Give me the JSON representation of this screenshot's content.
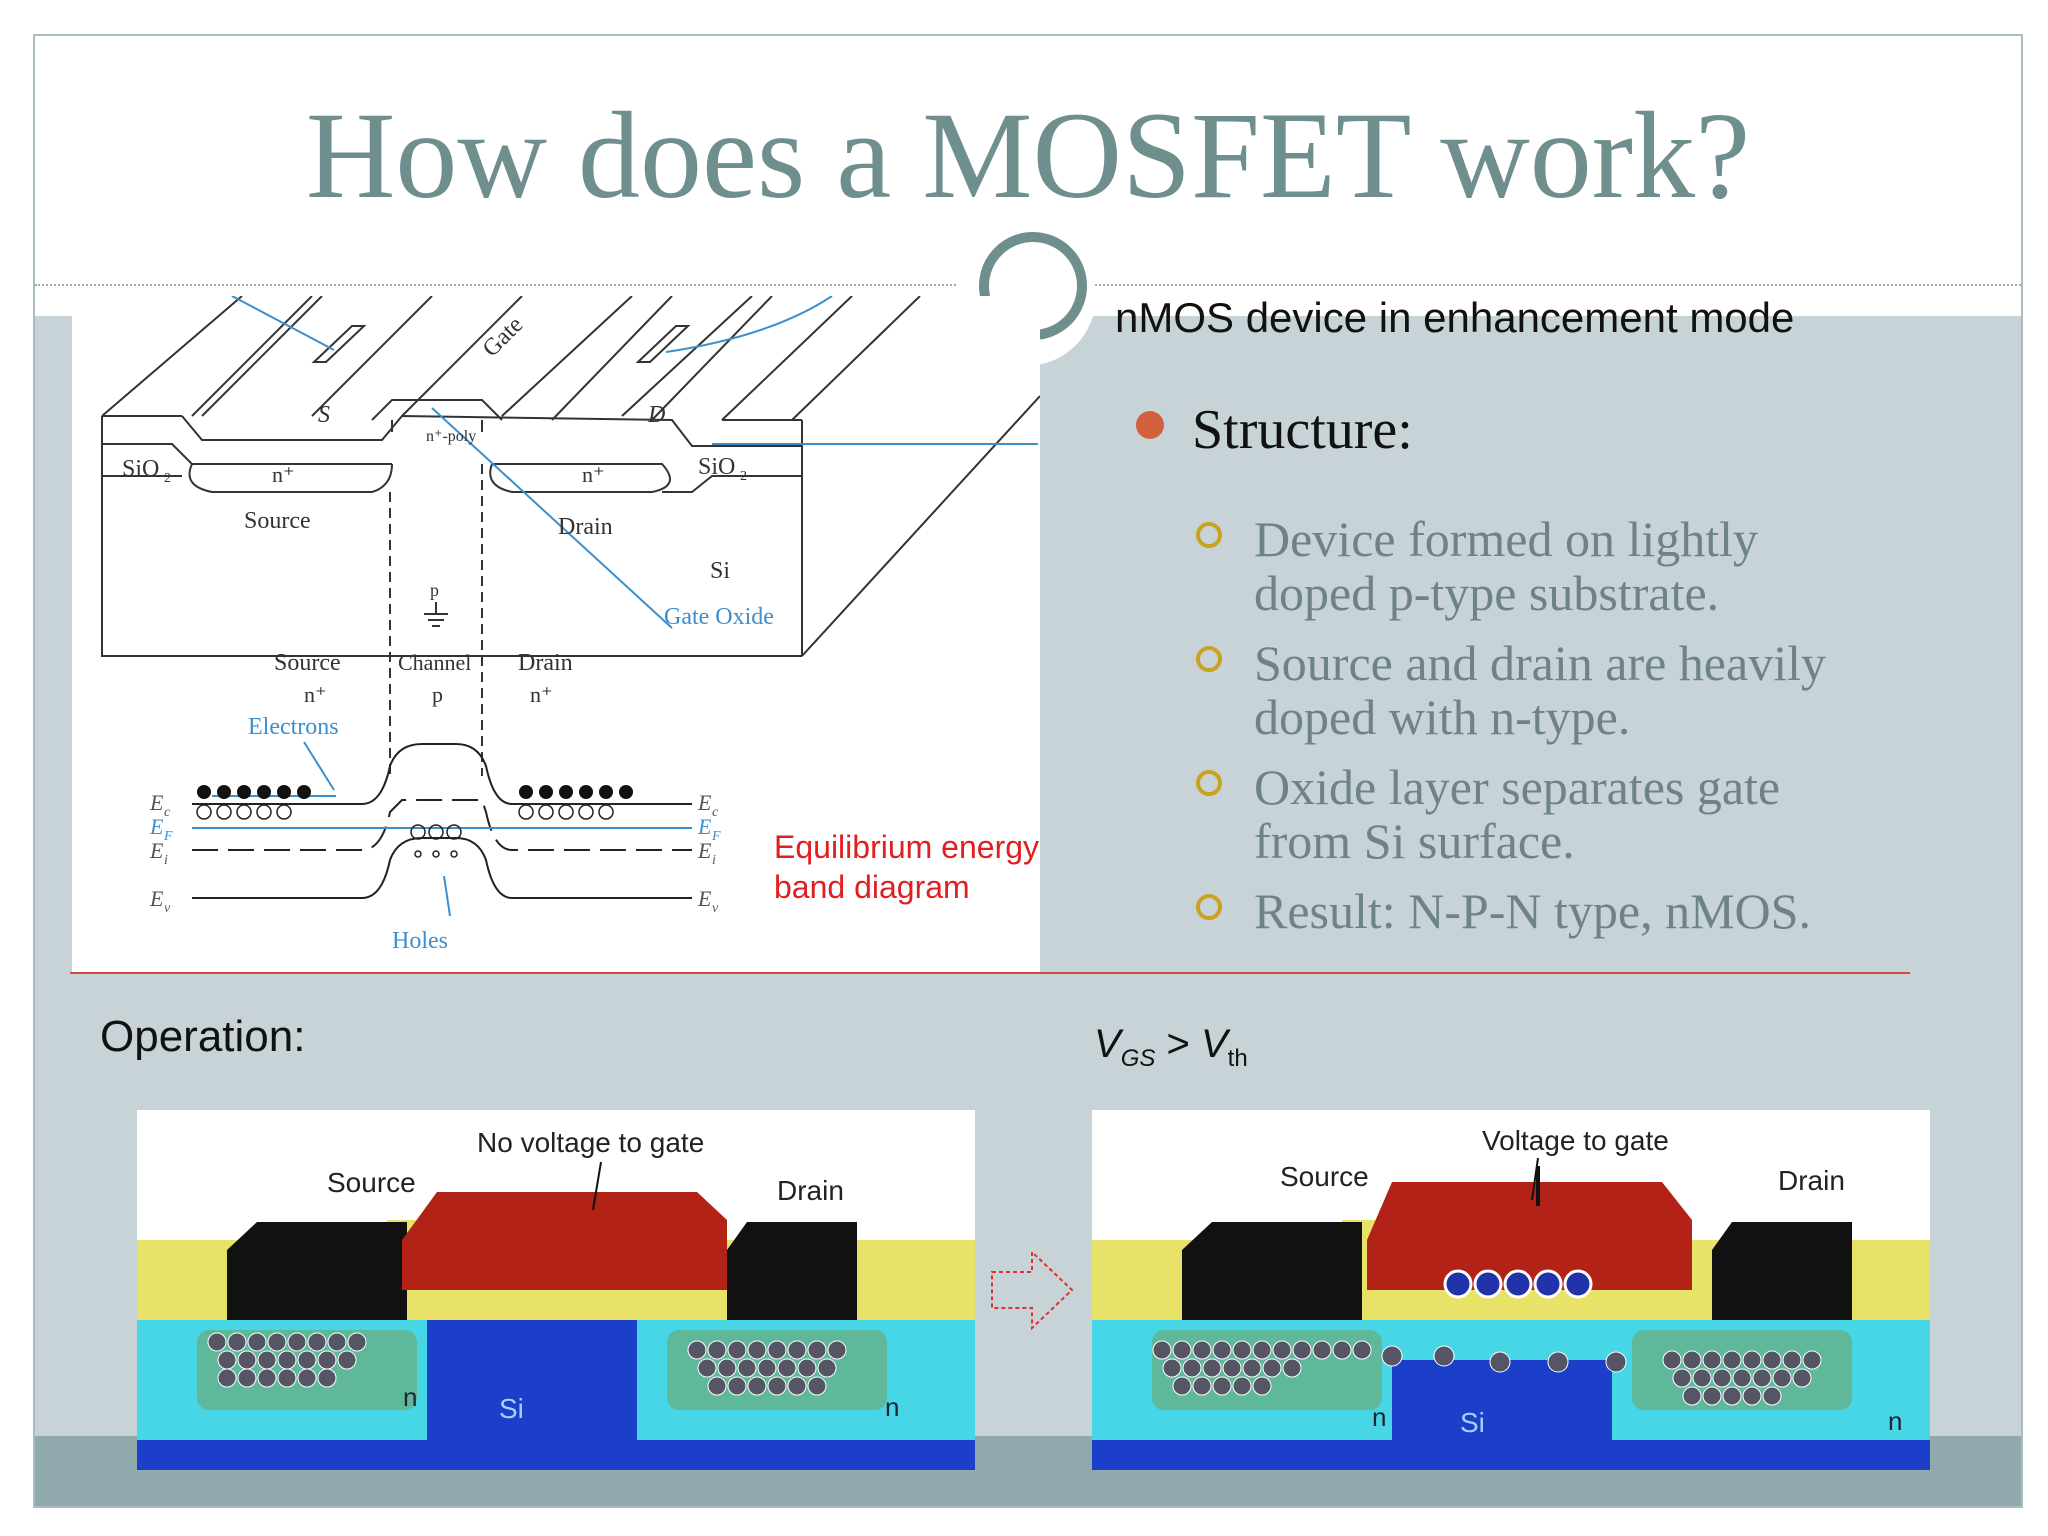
{
  "title": "How does a MOSFET work?",
  "right": {
    "subtitle": "nMOS device in enhancement mode",
    "bullet_main": "Structure:",
    "sub_bullets": [
      [
        "Device formed on lightly",
        "doped p-type substrate."
      ],
      [
        "Source and drain are heavily",
        "doped with n-type."
      ],
      [
        "Oxide layer separates gate",
        "from Si surface."
      ],
      [
        "Result: N-P-N type, nMOS."
      ]
    ]
  },
  "figure": {
    "gate": "Gate",
    "s": "S",
    "d": "D",
    "sio2_left": "SiO",
    "sio2_right": "SiO",
    "two": "2",
    "npoly": "n⁺-poly",
    "nplus": "n⁺",
    "source": "Source",
    "drain": "Drain",
    "si": "Si",
    "p": "p",
    "gate_oxide": "Gate Oxide",
    "channel": "Channel",
    "electrons": "Electrons",
    "holes": "Holes",
    "ec": "E",
    "ef": "E",
    "ei": "E",
    "ev": "E",
    "sub_c": "c",
    "sub_f": "F",
    "sub_i": "i",
    "sub_v": "v",
    "band_label_1": "Equilibrium energy",
    "band_label_2": "band diagram"
  },
  "operation": {
    "label": "Operation:",
    "vgs_v": "V",
    "vgs_gs": "GS",
    "vgs_gt": " > ",
    "vgs_v2": "V",
    "vgs_th": "th",
    "left_panel": {
      "caption": "No voltage to gate",
      "source": "Source",
      "drain": "Drain",
      "si": "Si",
      "n": "n"
    },
    "right_panel": {
      "caption": "Voltage to gate",
      "source": "Source",
      "drain": "Drain",
      "si": "Si",
      "n": "n"
    }
  }
}
